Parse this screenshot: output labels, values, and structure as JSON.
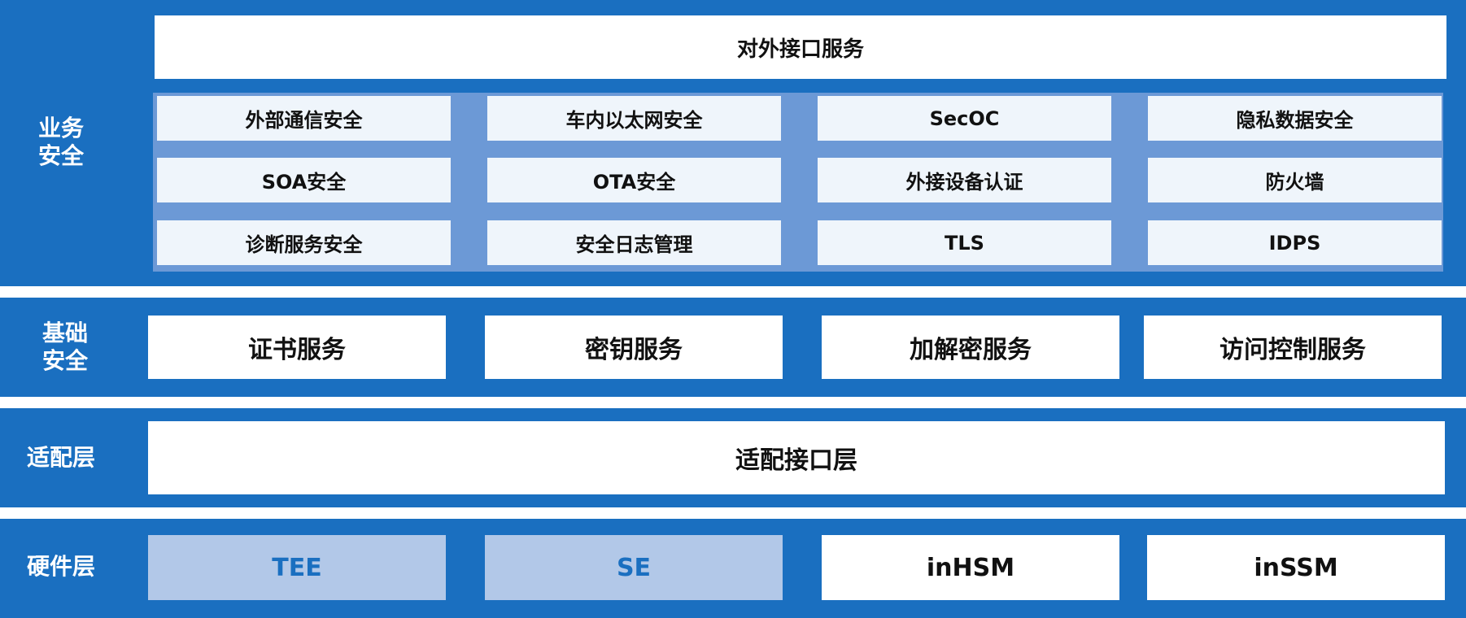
{
  "business": {
    "label": "业务\n安全",
    "top_box": "对外接口服务",
    "grid": [
      [
        "外部通信安全",
        "车内以太网安全",
        "SecOC",
        "隐私数据安全"
      ],
      [
        "SOA安全",
        "OTA安全",
        "外接设备认证",
        "防火墙"
      ],
      [
        "诊断服务安全",
        "安全日志管理",
        "TLS",
        "IDPS"
      ]
    ]
  },
  "foundation": {
    "label": "基础\n安全",
    "items": [
      "证书服务",
      "密钥服务",
      "加解密服务",
      "访问控制服务"
    ]
  },
  "adapter": {
    "label": "适配层",
    "box": "适配接口层"
  },
  "hardware": {
    "label": "硬件层",
    "items": [
      "TEE",
      "SE",
      "inHSM",
      "inSSM"
    ]
  },
  "colors": {
    "band": "#1a6fc0",
    "grid_bg": "#6c99d6",
    "cell": "#eff5fb",
    "hw_light": "#b2c8e8"
  }
}
